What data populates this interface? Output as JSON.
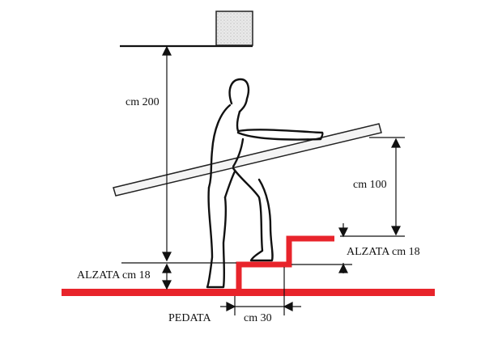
{
  "labels": {
    "headroom": "cm 200",
    "handrail_height": "cm 100",
    "riser_top": "ALZATA cm 18",
    "riser_bottom": "ALZATA cm 18",
    "tread_caption": "PEDATA",
    "tread_value": "cm 30"
  },
  "colors": {
    "stair": "#e8242b",
    "ink": "#111111",
    "rail_fill": "#f4f4f4",
    "box_fill": "#e6e6e6"
  }
}
